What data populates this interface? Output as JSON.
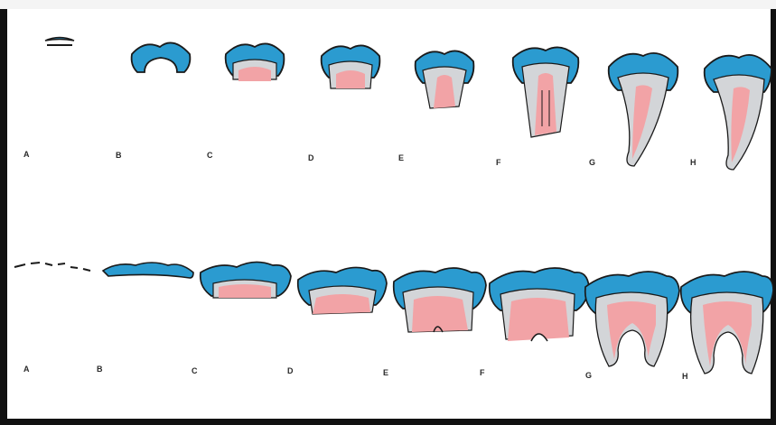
{
  "colors": {
    "enamel": "#2b9bd0",
    "enamel_edge": "#1f4f80",
    "dentin": "#d3d5d8",
    "pulp": "#f2a3a6",
    "outline": "#1a1a1a",
    "frame": "#111111"
  },
  "rows": [
    {
      "name": "top-row",
      "labels": [
        "A",
        "B",
        "C",
        "D",
        "E",
        "F",
        "G",
        "H"
      ]
    },
    {
      "name": "bottom-row",
      "labels": [
        "A",
        "B",
        "C",
        "D",
        "E",
        "F",
        "G",
        "H"
      ]
    }
  ]
}
